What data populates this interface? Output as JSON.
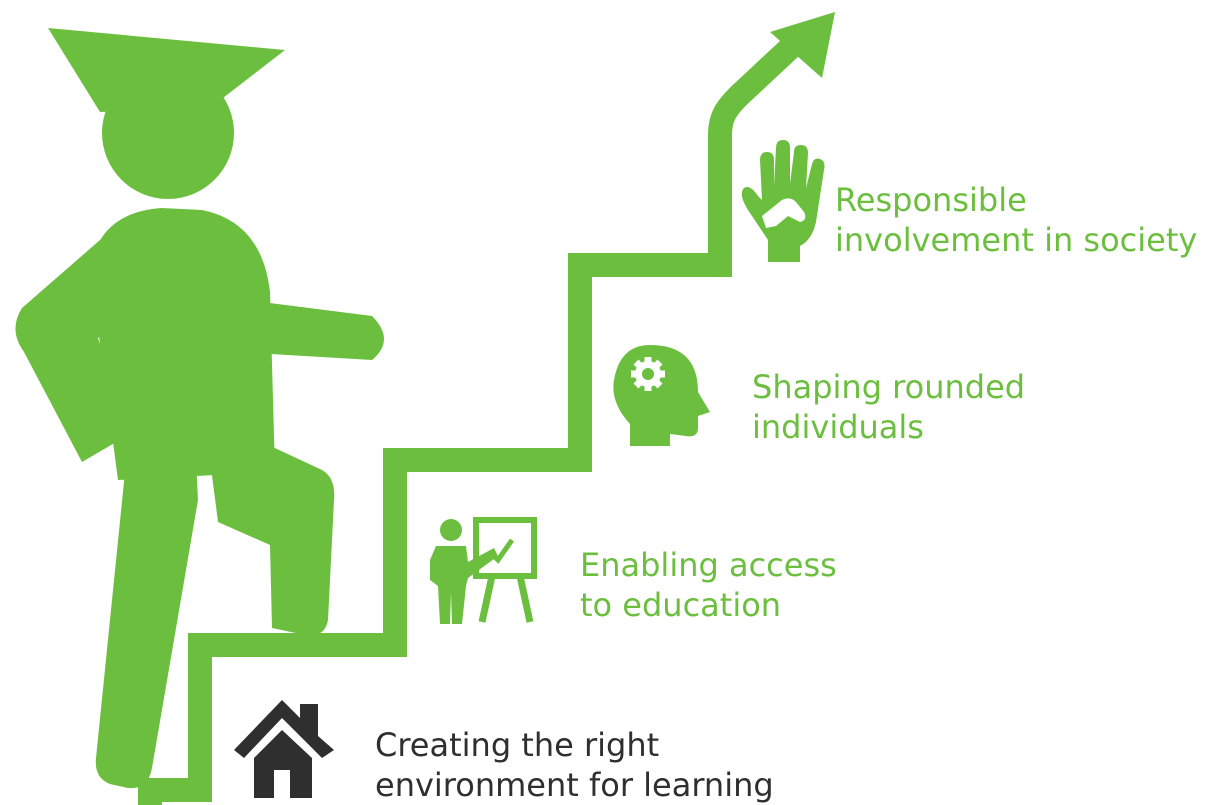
{
  "colors": {
    "green": "#6cbf3e",
    "dark": "#2f2f2f"
  },
  "steps": [
    {
      "icon": "house-icon",
      "line1": "Creating the right",
      "line2": "environment for learning",
      "color": "#2f2f2f"
    },
    {
      "icon": "teacher-board-icon",
      "line1": "Enabling access",
      "line2": "to education",
      "color": "#6cbf3e"
    },
    {
      "icon": "head-gear-icon",
      "line1": "Shaping rounded",
      "line2": "individuals",
      "color": "#6cbf3e"
    },
    {
      "icon": "helping-hand-icon",
      "line1": "Responsible",
      "line2": "involvement in society",
      "color": "#6cbf3e"
    }
  ],
  "figure": {
    "icon": "graduate-climbing-icon"
  },
  "staircase": {
    "icon": "staircase-arrow-icon"
  }
}
